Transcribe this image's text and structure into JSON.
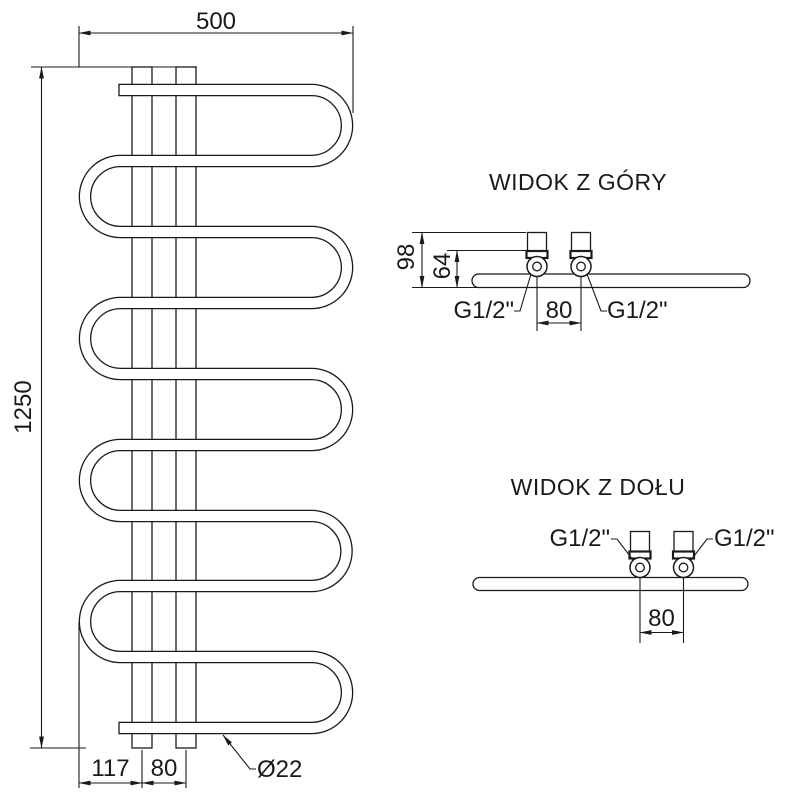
{
  "front_view": {
    "width_label": "500",
    "height_label": "1250",
    "offset_label": "117",
    "bar_spacing_label": "80",
    "diameter_label": "Ø22"
  },
  "top_view": {
    "title": "WIDOK Z GÓRY",
    "depth_label": "98",
    "inner_depth_label": "64",
    "connection_spacing_label": "80",
    "thread_left_label": "G1/2\"",
    "thread_right_label": "G1/2\""
  },
  "bottom_view": {
    "title": "WIDOK Z DOŁU",
    "connection_spacing_label": "80",
    "thread_left_label": "G1/2\"",
    "thread_right_label": "G1/2\""
  },
  "colors": {
    "line": "#1a1a1a",
    "background": "#ffffff"
  }
}
